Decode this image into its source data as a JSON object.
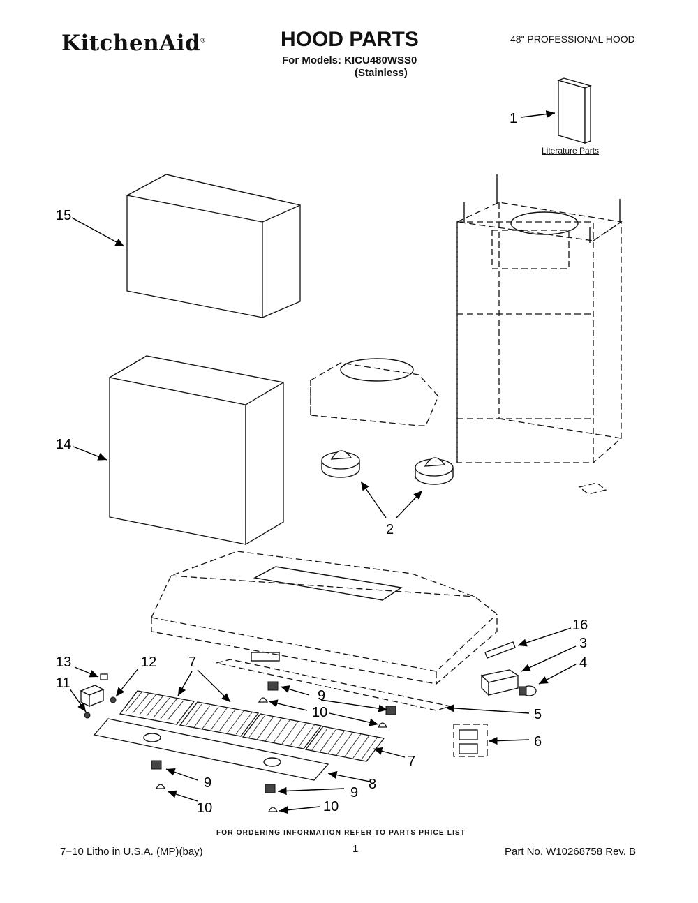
{
  "header": {
    "brand": "KitchenAid",
    "brand_mark": "®",
    "title": "HOOD PARTS",
    "models_line": "For Models: KICU480WSS0",
    "variant_line": "(Stainless)",
    "product": "48\" PROFESSIONAL HOOD"
  },
  "literature_label": "Literature Parts",
  "callouts": [
    {
      "id": "c1",
      "label": "1"
    },
    {
      "id": "c15",
      "label": "15"
    },
    {
      "id": "c14",
      "label": "14"
    },
    {
      "id": "c2",
      "label": "2"
    },
    {
      "id": "c16",
      "label": "16"
    },
    {
      "id": "c3",
      "label": "3"
    },
    {
      "id": "c4",
      "label": "4"
    },
    {
      "id": "c13",
      "label": "13"
    },
    {
      "id": "c12",
      "label": "12"
    },
    {
      "id": "c7a",
      "label": "7"
    },
    {
      "id": "c11",
      "label": "11"
    },
    {
      "id": "c9a",
      "label": "9"
    },
    {
      "id": "c10a",
      "label": "10"
    },
    {
      "id": "c5",
      "label": "5"
    },
    {
      "id": "c6",
      "label": "6"
    },
    {
      "id": "c7b",
      "label": "7"
    },
    {
      "id": "c8",
      "label": "8"
    },
    {
      "id": "c9b",
      "label": "9"
    },
    {
      "id": "c9c",
      "label": "9"
    },
    {
      "id": "c10b",
      "label": "10"
    },
    {
      "id": "c10c",
      "label": "10"
    }
  ],
  "footer": {
    "ordering_note": "FOR ORDERING INFORMATION REFER TO PARTS PRICE LIST",
    "litho": "7−10 Litho in U.S.A. (MP)(bay)",
    "page": "1",
    "part_no": "Part No. W10268758 Rev. B"
  }
}
